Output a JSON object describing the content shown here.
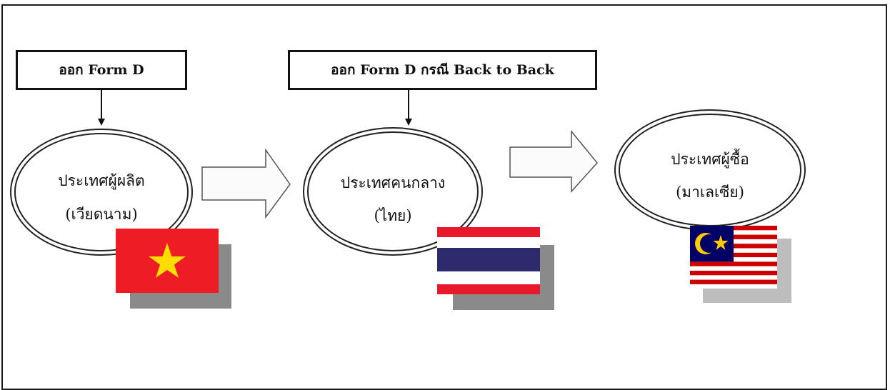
{
  "boxes": {
    "producer_issue": "ออก Form D",
    "intermediary_issue": "ออก Form D กรณี Back to Back"
  },
  "stages": {
    "producer": {
      "name": "ประเทศผู้ผลิต",
      "country": "(เวียดนาม)"
    },
    "intermediary": {
      "name": "ประเทศคนกลาง",
      "country": "(ไทย)"
    },
    "buyer": {
      "name": "ประเทศผู้ซื้อ",
      "country": "(มาเลเซีย)"
    }
  },
  "flags": [
    "vietnam-flag",
    "thailand-flag",
    "malaysia-flag"
  ],
  "colors": {
    "vietnam_red": "#ee1c25",
    "vietnam_star": "#ffdd00",
    "thai_red": "#e8192c",
    "thai_blue": "#2d2a6e",
    "malaysia_red": "#cc0001",
    "malaysia_blue": "#010066",
    "malaysia_yellow": "#ffcc00",
    "shadow": "#8a8a8a"
  }
}
